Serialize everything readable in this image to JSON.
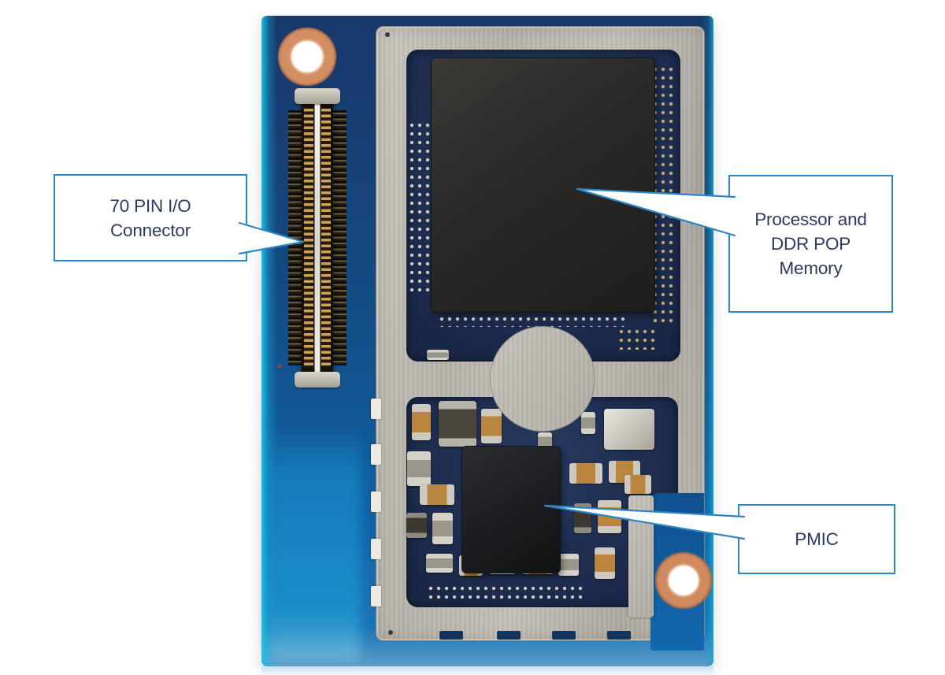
{
  "annotations": {
    "connector_label": {
      "line1": "70 PIN I/O",
      "line2": "Connector"
    },
    "processor_label": {
      "line1": "Processor and",
      "line2": "DDR POP",
      "line3": "Memory"
    },
    "pmic_label": {
      "line1": "PMIC"
    }
  },
  "colors": {
    "label_border": "#2e86c8",
    "label_text": "#2c3a60",
    "label_fill": "#ffffff",
    "board_blue": "#115694",
    "board_navy": "#17386b",
    "edge_cyan": "#1ac0e6",
    "shield_silver": "#bcb9b0",
    "opening_navy": "#1e2c4e",
    "chip_black": "#232323",
    "copper_pad": "#d08a5f",
    "pin_gold": "#c59a4a"
  }
}
